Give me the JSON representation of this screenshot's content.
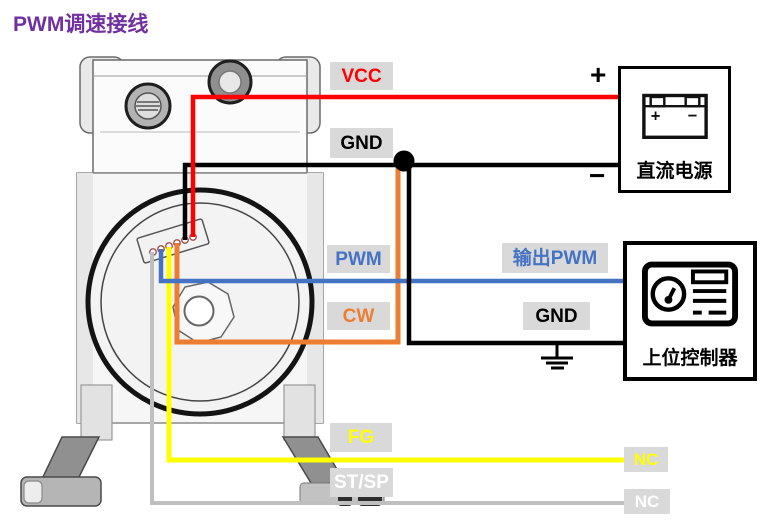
{
  "title": "PWM调速接线",
  "colors": {
    "title": "#7030A0",
    "vcc_wire": "#FF0000",
    "gnd_wire": "#000000",
    "pwm_wire": "#4472C4",
    "cw_wire": "#ED7D31",
    "fg_wire": "#FFFF00",
    "stsp_wire": "#BFBFBF",
    "label_background": "#D9D9D9"
  },
  "wire_labels": {
    "vcc": "VCC",
    "gnd": "GND",
    "pwm": "PWM",
    "cw": "CW",
    "fg": "FG",
    "stsp": "ST/SP"
  },
  "right_labels": {
    "output_pwm": "输出PWM",
    "gnd": "GND",
    "nc_fg": "NC",
    "nc_stsp": "NC"
  },
  "power_supply": {
    "name": "直流电源",
    "plus": "+",
    "minus": "−",
    "battery_plus": "+",
    "battery_minus": "−"
  },
  "controller": {
    "name": "上位控制器"
  }
}
